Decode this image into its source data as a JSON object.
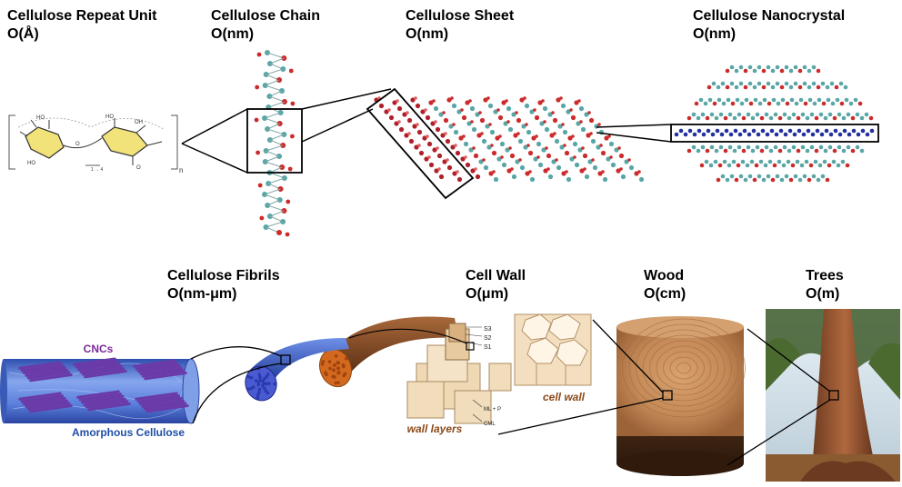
{
  "titles": {
    "repeat_unit": {
      "name": "Cellulose Repeat Unit",
      "scale": "O(Å)"
    },
    "chain": {
      "name": "Cellulose Chain",
      "scale": "O(nm)"
    },
    "sheet": {
      "name": "Cellulose Sheet",
      "scale": "O(nm)"
    },
    "nanocrystal": {
      "name": "Cellulose Nanocrystal",
      "scale": "O(nm)"
    },
    "fibrils": {
      "name": "Cellulose Fibrils",
      "scale": "O(nm-μm)"
    },
    "cell_wall": {
      "name": "Cell Wall",
      "scale": "O(μm)"
    },
    "wood": {
      "name": "Wood",
      "scale": "O(cm)"
    },
    "trees": {
      "name": "Trees",
      "scale": "O(m)"
    }
  },
  "labels": {
    "cncs": "CNCs",
    "amorphous": "Amorphous Cellulose",
    "cell_wall_label": "cell wall",
    "wall_layers": "wall layers",
    "s3": "S3",
    "s2": "S2",
    "s1": "S1",
    "ml_p": "ML + P",
    "cml": "CML",
    "repeat_n": "n"
  },
  "colors": {
    "ring": "#f2e27a",
    "carbon": "#5aa6a6",
    "oxygen": "#cc2b2b",
    "highlight_chain": "#b0202a",
    "nanocrystal_chain": "#2230a0",
    "cnc_bundle": "#6a3aa8",
    "fibril_tube": "#4f79d8",
    "cnc_text": "#7a2a9a",
    "amorphous_text": "#1f4fa8",
    "wood_label": "#8a4a1a"
  }
}
